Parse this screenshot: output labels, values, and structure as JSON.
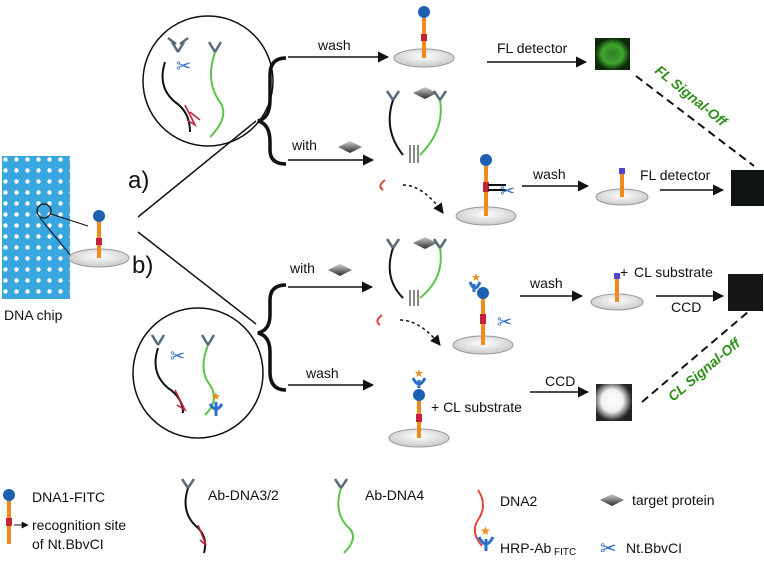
{
  "chip": {
    "label": "DNA chip"
  },
  "branches": {
    "a": "a)",
    "b": "b)"
  },
  "steps": {
    "wash_top": "wash",
    "with_a": "with",
    "with_b": "with",
    "wash_a2": "wash",
    "wash_b2": "wash",
    "wash_bottom": "wash",
    "fl_top": "FL detector",
    "fl_mid": "FL detector",
    "cl_sub_plus": "+",
    "cl_sub_mid": "CL substrate",
    "ccd_mid": "CCD",
    "ccd_bottom": "CCD",
    "cl_sub_bottom": "+ CL substrate"
  },
  "signals": {
    "fl": "FL Signal-Off",
    "cl": "CL Signal-Off"
  },
  "legend": {
    "dna1": "DNA1-FITC",
    "recog_1": "recognition site",
    "recog_2": "of Nt.BbvCI",
    "ab_dna32": "Ab-DNA3/2",
    "ab_dna4": "Ab-DNA4",
    "dna2": "DNA2",
    "target": "target protein",
    "hrp": "HRP-Ab",
    "hrp_sub": "FITC",
    "nick": "Nt.BbvCI"
  },
  "colors": {
    "chip_blue": "#3aa6e0",
    "fitc_blue": "#1d5fb0",
    "orange": "#f08a1c",
    "red_site": "#c0243a",
    "green_strand": "#5cc34a",
    "dna2_red": "#e0463a",
    "signal_green": "#2f8f1a",
    "scissor_blue": "#2a6fc9",
    "fl_spot": "#2a8a1e"
  }
}
